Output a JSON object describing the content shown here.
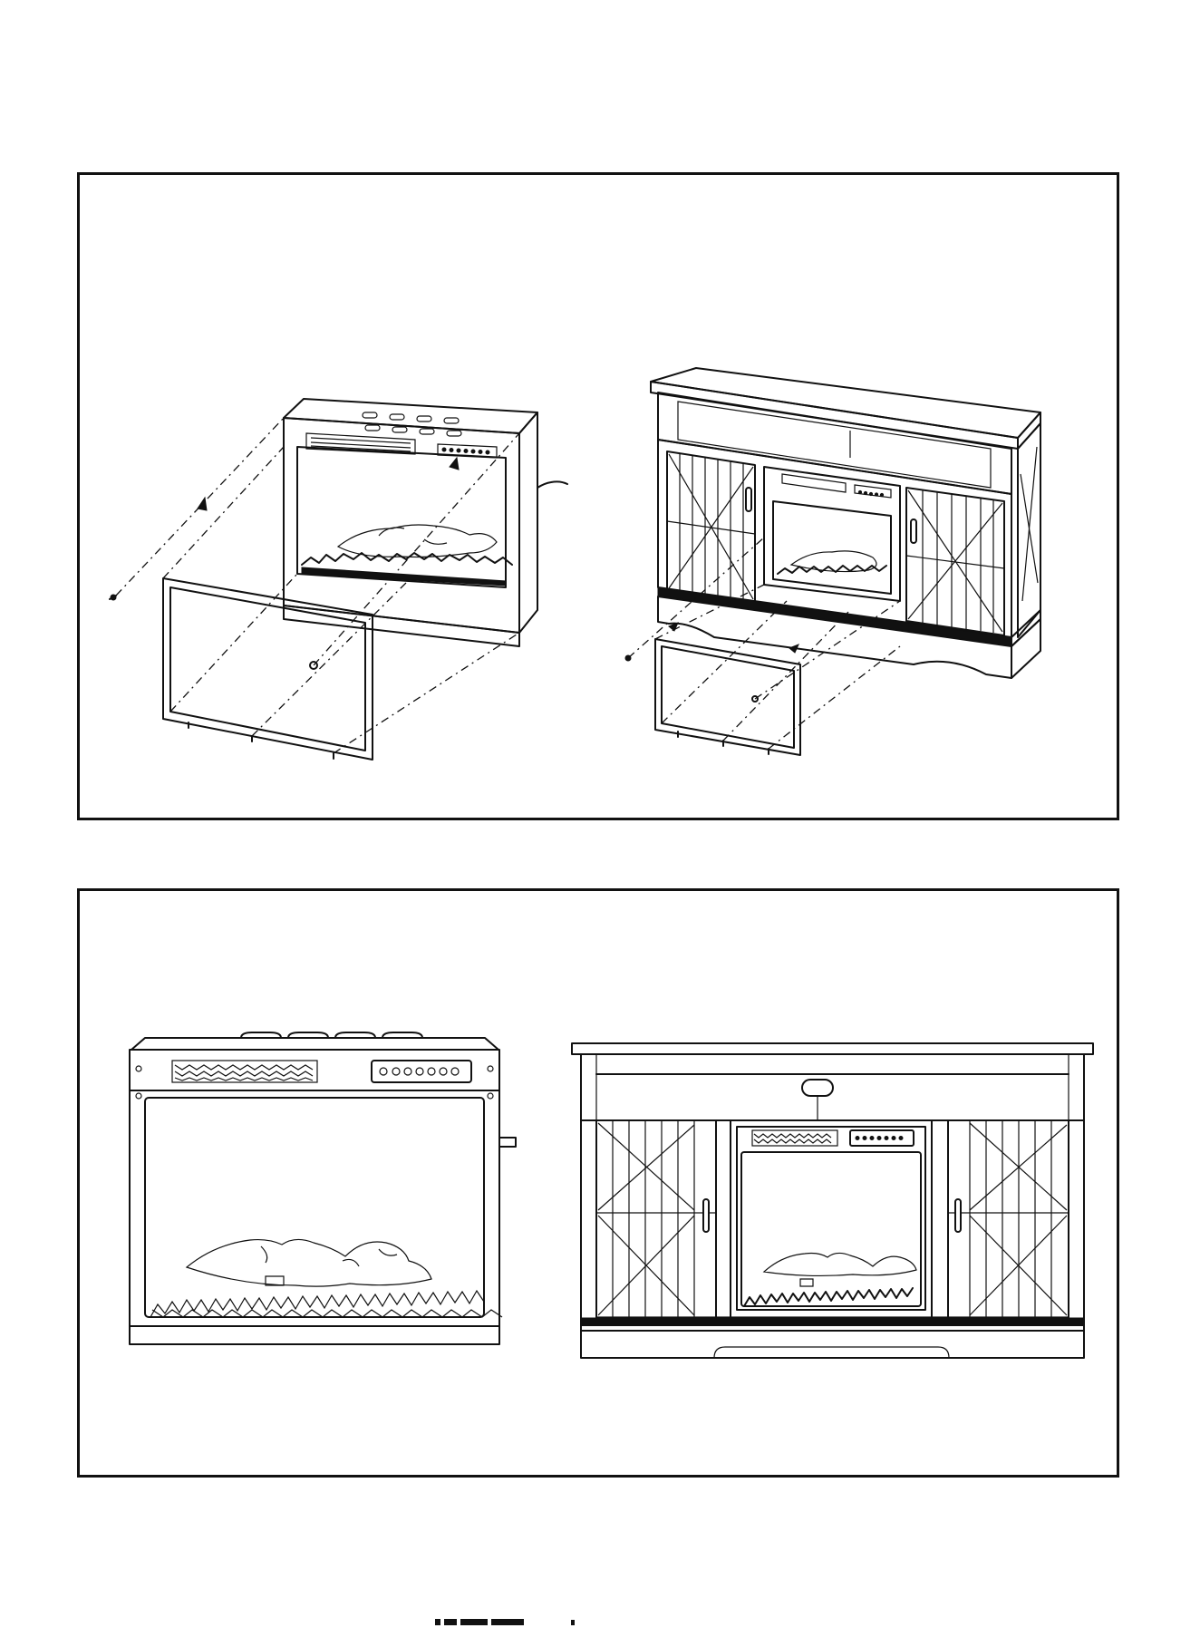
{
  "document": {
    "type": "assembly-instruction-page",
    "panels": [
      {
        "id": "panel-1",
        "illustrations": [
          "fireplace-insert-exploded-icon",
          "tv-stand-exploded-icon"
        ]
      },
      {
        "id": "panel-2",
        "illustrations": [
          "fireplace-insert-front-icon",
          "tv-stand-front-icon"
        ]
      }
    ]
  },
  "colors": {
    "line": "#111111",
    "background": "#ffffff"
  }
}
